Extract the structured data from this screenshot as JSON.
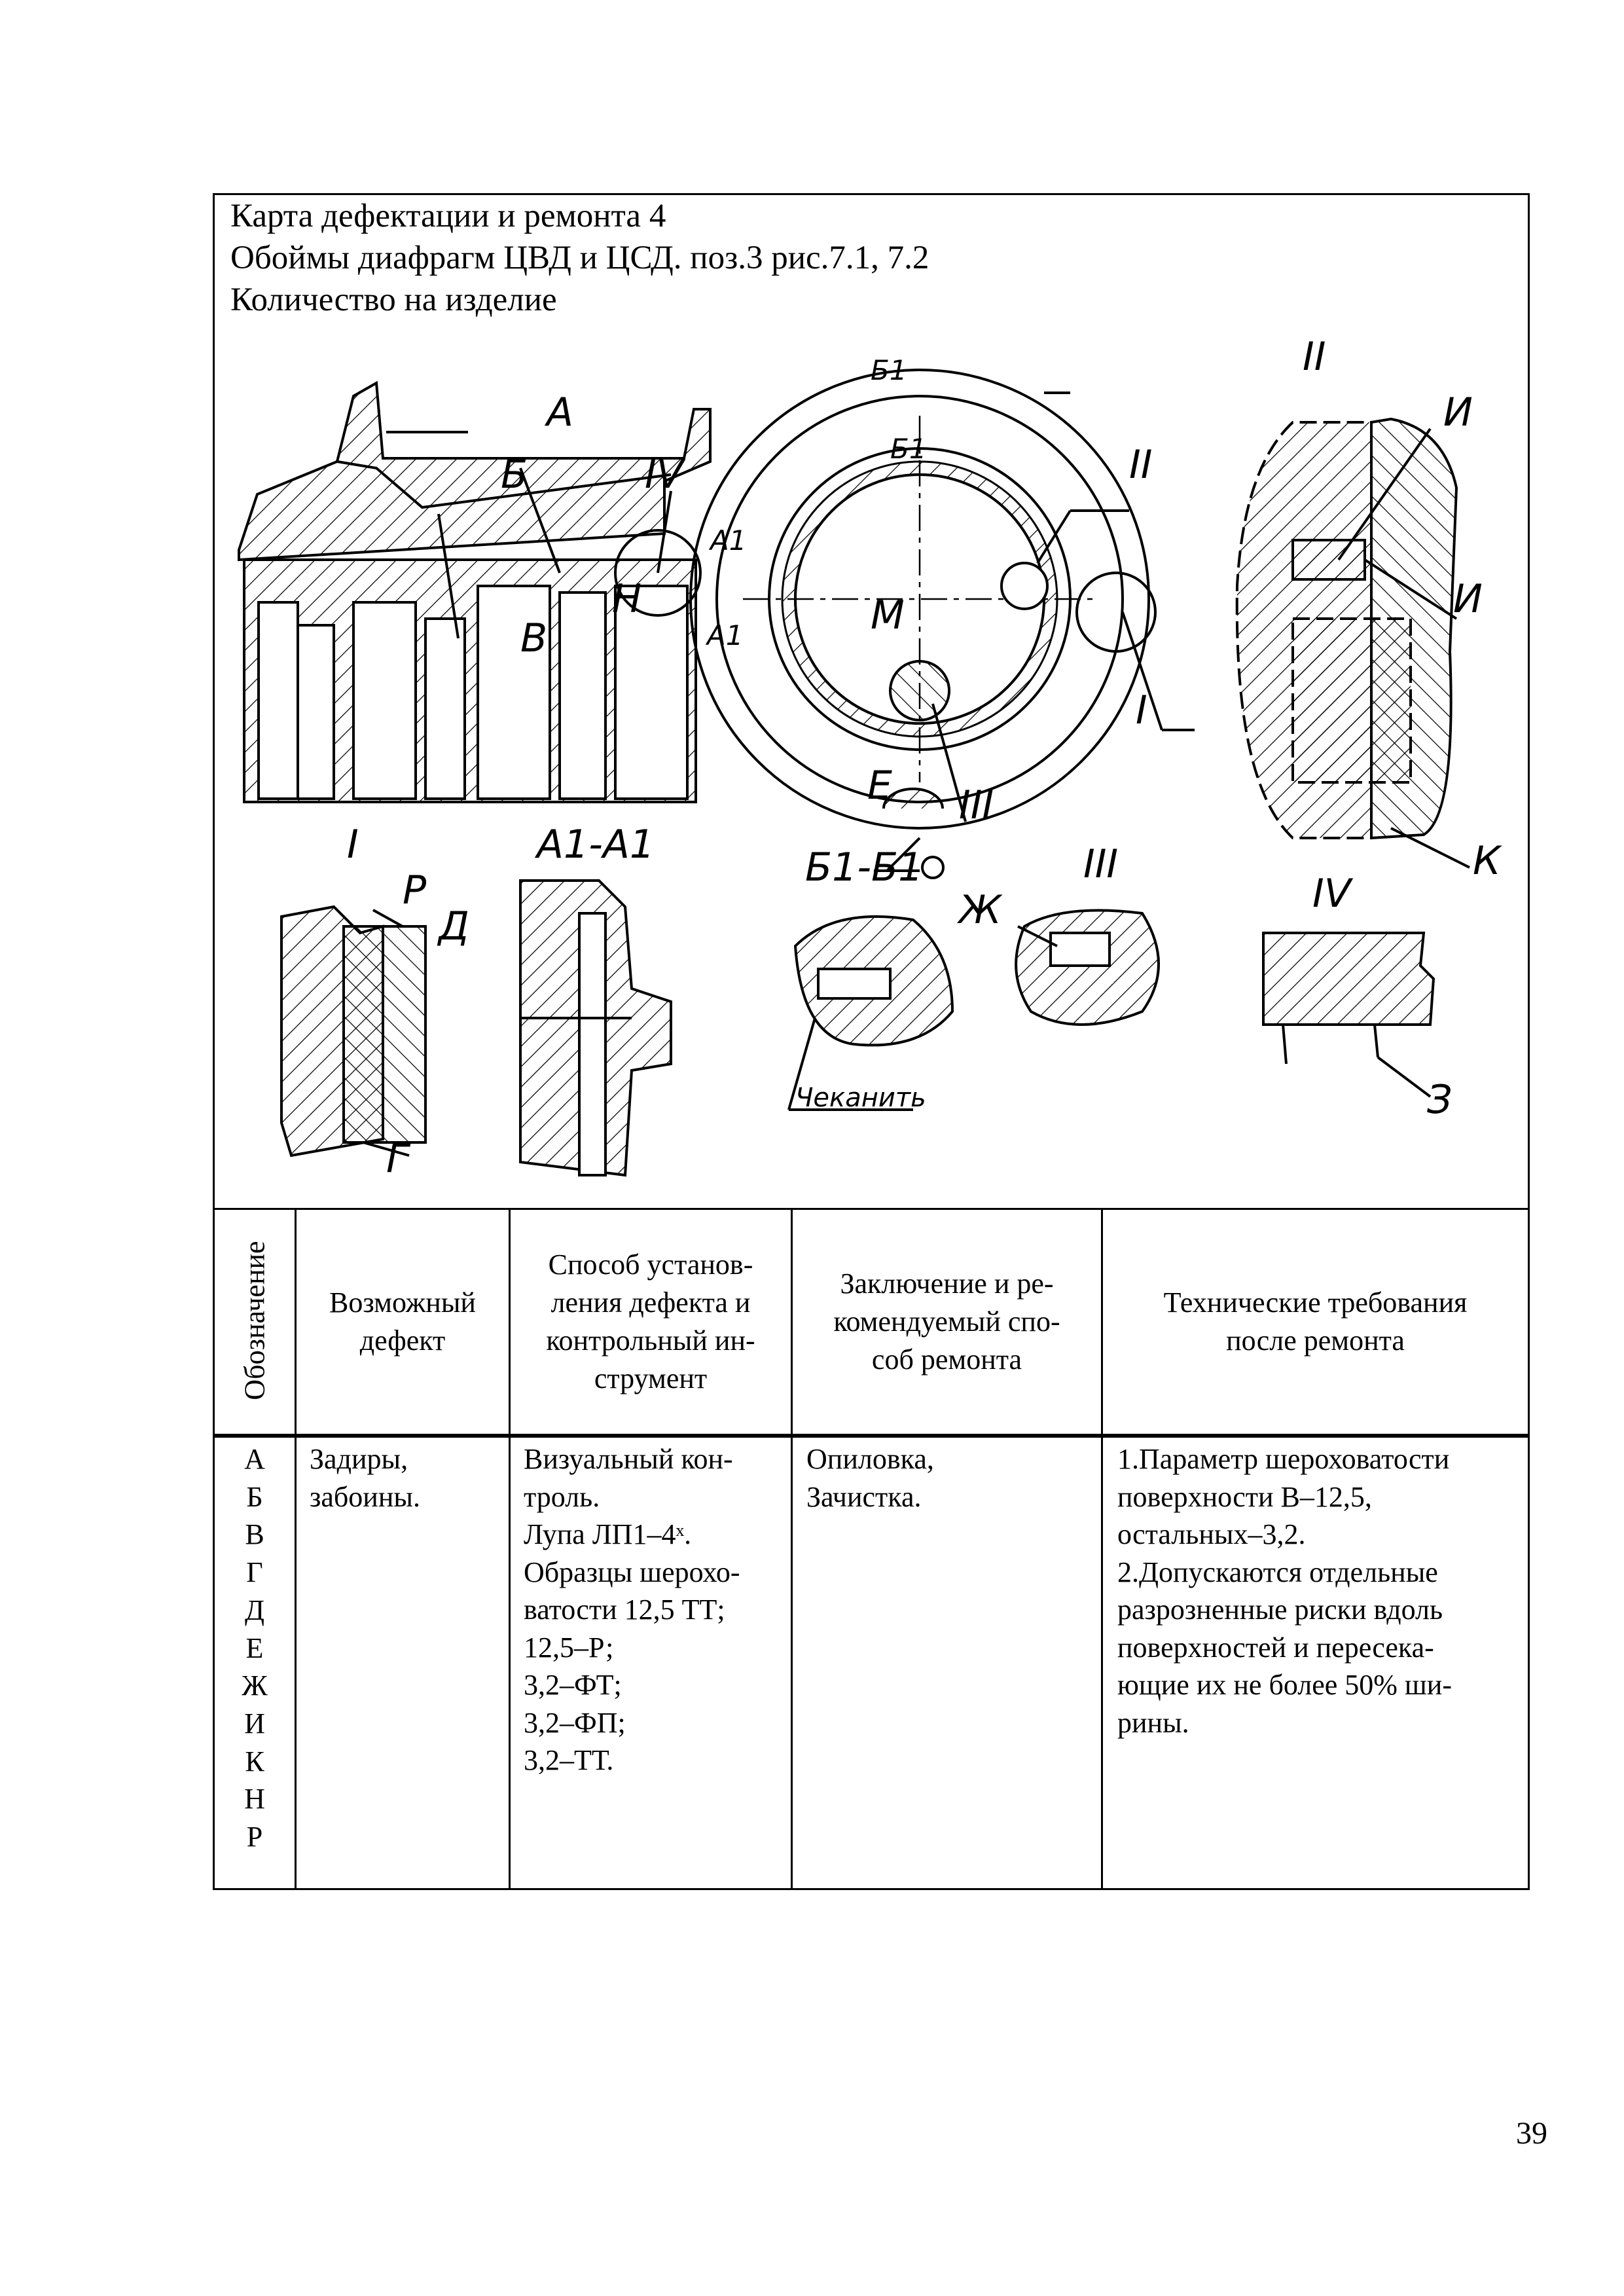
{
  "header": {
    "line1": "Карта дефектации и ремонта 4",
    "line2": "Обоймы диафрагм ЦВД и ЦСД. поз.3 рис.7.1, 7.2",
    "line3": "Количество на изделие"
  },
  "drawing": {
    "labels": {
      "A": "А",
      "B_cyr": "Б",
      "IV": "IV",
      "N": "Н",
      "V": "В",
      "B1_top": "Б1",
      "B1_inner": "Б1",
      "A1_upper": "А1",
      "A1_lower": "А1",
      "II_mid": "II",
      "M": "М",
      "I_mid": "I",
      "E": "Е",
      "III_mid": "III",
      "II_right": "II",
      "I_cyr_upper": "И",
      "I_cyr_lower": "И",
      "K": "К",
      "I_view": "I",
      "A1A1": "А1-А1",
      "B1B1": "Б1-Б1",
      "III_view": "III",
      "R": "Р",
      "D": "Д",
      "G": "Г",
      "ZH": "Ж",
      "IV_view": "IV",
      "Z": "З",
      "chekanit": "Чеканить"
    }
  },
  "table": {
    "headers": {
      "designation": "Обозначение",
      "defect": [
        "Возможный",
        "дефект"
      ],
      "method": [
        "Способ установ-",
        "ления дефекта и",
        "контрольный ин-",
        "струмент"
      ],
      "conclusion": [
        "Заключение и ре-",
        "комендуемый спо-",
        "соб ремонта"
      ],
      "requirements": [
        "Технические требования",
        "после ремонта"
      ]
    },
    "row": {
      "designations": [
        "А",
        "Б",
        "В",
        "Г",
        "Д",
        "Е",
        "Ж",
        "И",
        "К",
        "Н",
        "Р"
      ],
      "defect": [
        "Задиры,",
        "забоины."
      ],
      "method": [
        "Визуальный кон-",
        "троль.",
        "Лупа ЛП1–4ˣ.",
        "Образцы шерохо-",
        "ватости 12,5 ТТ;",
        "12,5–Р;",
        "3,2–ФТ;",
        "3,2–ФП;",
        "3,2–ТТ."
      ],
      "conclusion": [
        "Опиловка,",
        "Зачистка."
      ],
      "requirements": [
        "1.Параметр шероховатости",
        "поверхности В–12,5,",
        "остальных–3,2.",
        "2.Допускаются отдельные",
        "разрозненные риски  вдоль",
        "поверхностей и пересека-",
        "ющие их не более 50% ши-",
        "рины."
      ]
    }
  },
  "page_number": "39"
}
